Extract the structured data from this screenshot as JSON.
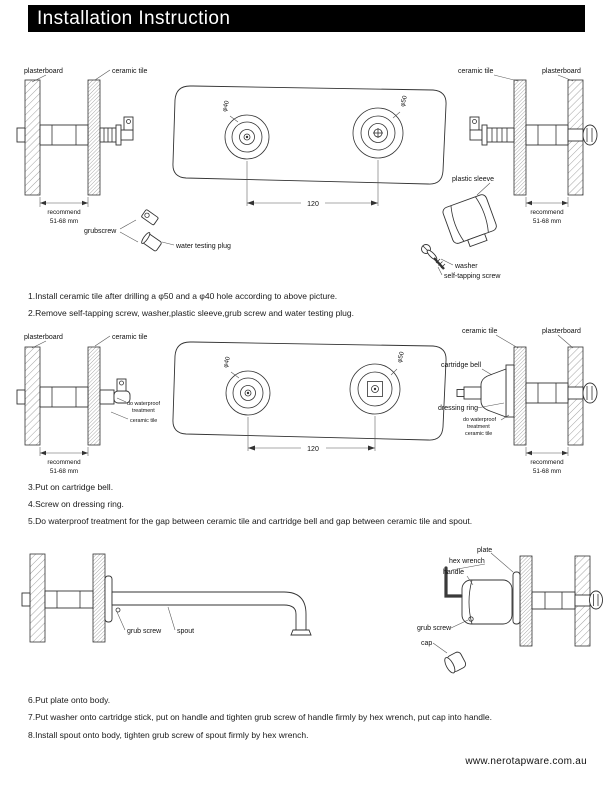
{
  "header": {
    "title": "Installation Instruction"
  },
  "labels": {
    "plasterboard": "plasterboard",
    "ceramic_tile": "ceramic tile",
    "recommend": "recommend",
    "wall_range": "51-68 mm",
    "grubscrew": "grubscrew",
    "water_testing_plug": "water testing plug",
    "plastic_sleeve": "plastic sleeve",
    "washer": "washer",
    "self_tapping_screw": "self-tapping screw",
    "dia40": "φ40",
    "dia50": "φ50",
    "dim120": "120",
    "do_waterproof": "do waterproof",
    "treatment": "treatment",
    "cartridge_bell": "cartridge bell",
    "dressing_ring": "dressing ring",
    "grub_screw": "grub screw",
    "spout": "spout",
    "plate": "plate",
    "hex_wrench": "hex wrench",
    "handle": "handle",
    "cap": "cap"
  },
  "steps": {
    "s1": "1.Install ceramic tile after drilling a φ50 and a φ40 hole according to above picture.",
    "s2": "2.Remove self-tapping screw, washer,plastic sleeve,grub screw and water testing plug.",
    "s3": "3.Put on cartridge bell.",
    "s4": "4.Screw on dressing ring.",
    "s5": "5.Do waterproof treatment for the gap between ceramic tile and cartridge bell and gap between ceramic tile and spout.",
    "s6": "6.Put plate onto body.",
    "s7": "7.Put washer onto cartridge stick, put on handle and tighten grub screw of handle firmly by hex wrench, put cap into handle.",
    "s8": "8.Install spout onto body, tighten grub screw of spout firmly by hex wrench."
  },
  "footer": {
    "url": "www.nerotapware.com.au"
  }
}
